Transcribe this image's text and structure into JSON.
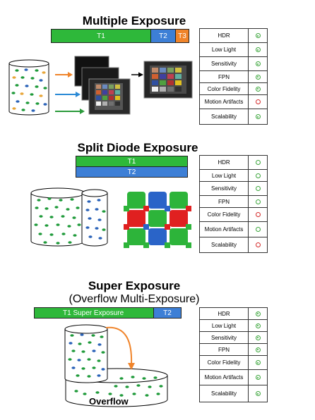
{
  "section1": {
    "title": "Multiple Exposure",
    "bars": [
      {
        "label": "T1",
        "color": "#2eb83a"
      },
      {
        "label": "T2",
        "color": "#3d7fd6"
      },
      {
        "label": "T3",
        "color": "#f0842a"
      }
    ],
    "criteria": [
      {
        "label": "HDR",
        "mark": "good"
      },
      {
        "label": "Low Light",
        "mark": "good"
      },
      {
        "label": "Sensitivity",
        "mark": "good"
      },
      {
        "label": "FPN",
        "mark": "good"
      },
      {
        "label": "Color Fidelity",
        "mark": "good"
      },
      {
        "label": "Motion Artifacts",
        "mark": "bad"
      },
      {
        "label": "Scalability",
        "mark": "good"
      }
    ]
  },
  "section2": {
    "title": "Split Diode Exposure",
    "bars": [
      {
        "label": "T1",
        "color": "#2eb83a"
      },
      {
        "label": "T2",
        "color": "#3d7fd6"
      }
    ],
    "criteria": [
      {
        "label": "HDR",
        "mark": "ok"
      },
      {
        "label": "Low Light",
        "mark": "ok"
      },
      {
        "label": "Sensitivity",
        "mark": "ok"
      },
      {
        "label": "FPN",
        "mark": "ok"
      },
      {
        "label": "Color Fidelity",
        "mark": "bad"
      },
      {
        "label": "Motion Artifacts",
        "mark": "ok"
      },
      {
        "label": "Scalability",
        "mark": "bad"
      }
    ]
  },
  "section3": {
    "title": "Super Exposure",
    "subtitle": "(Overflow Multi-Exposure)",
    "bars": [
      {
        "label": "T1  Super Exposure",
        "color": "#2eb83a"
      },
      {
        "label": "T2",
        "color": "#3d7fd6"
      }
    ],
    "overflow_label": "Overflow",
    "criteria": [
      {
        "label": "HDR",
        "mark": "good"
      },
      {
        "label": "Low Light",
        "mark": "good"
      },
      {
        "label": "Sensitivity",
        "mark": "good"
      },
      {
        "label": "FPN",
        "mark": "good"
      },
      {
        "label": "Color Fidelity",
        "mark": "good"
      },
      {
        "label": "Motion Artifacts",
        "mark": "good"
      },
      {
        "label": "Scalability",
        "mark": "good"
      }
    ]
  },
  "colors": {
    "green": "#2eb83a",
    "blue": "#3d7fd6",
    "orange": "#f0842a",
    "red": "#e02020",
    "good_mark": "#3aa53a",
    "bad_mark": "#d42a2a"
  },
  "icons": {
    "good": "circled-dot-icon",
    "ok": "ring-icon",
    "bad": "red-ring-icon"
  }
}
